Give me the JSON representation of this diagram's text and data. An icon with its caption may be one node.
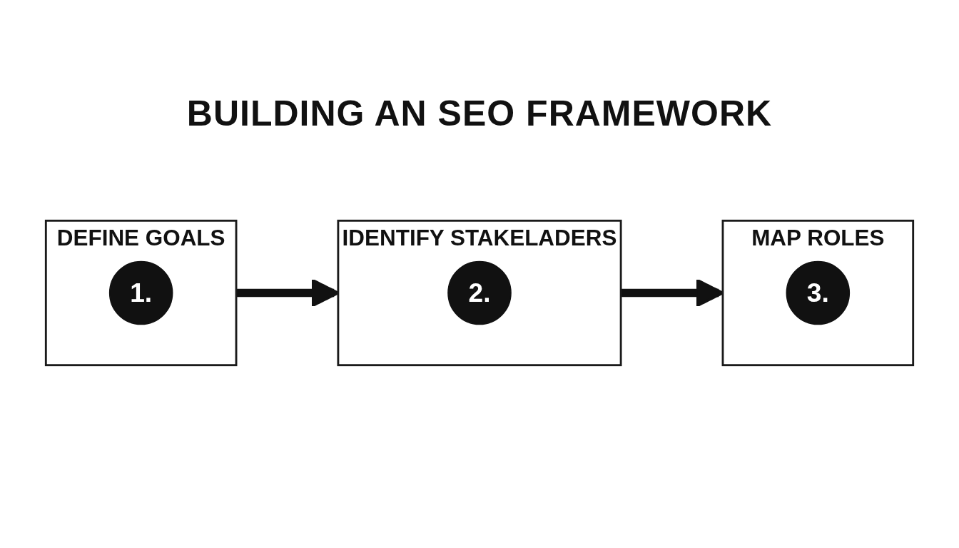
{
  "diagram": {
    "title": "BUILDING AN SEO FRAMEWORK",
    "nodes": [
      {
        "text": [
          "DEFINE GOALS"
        ]
      },
      {
        "text": [
          "1."
        ],
        "in": 0
      },
      {
        "text": [
          "IDENTIFY STAKELADERS"
        ]
      },
      {
        "text": [
          "2."
        ],
        "in": 2
      },
      {
        "text": [
          "MAP ROLES"
        ]
      },
      {
        "text": [
          "3."
        ],
        "in": 4
      }
    ],
    "edges": [
      {
        "from": 0,
        "to": 2,
        "arrow": "to"
      },
      {
        "from": 2,
        "to": 4,
        "arrow": "to"
      }
    ]
  }
}
